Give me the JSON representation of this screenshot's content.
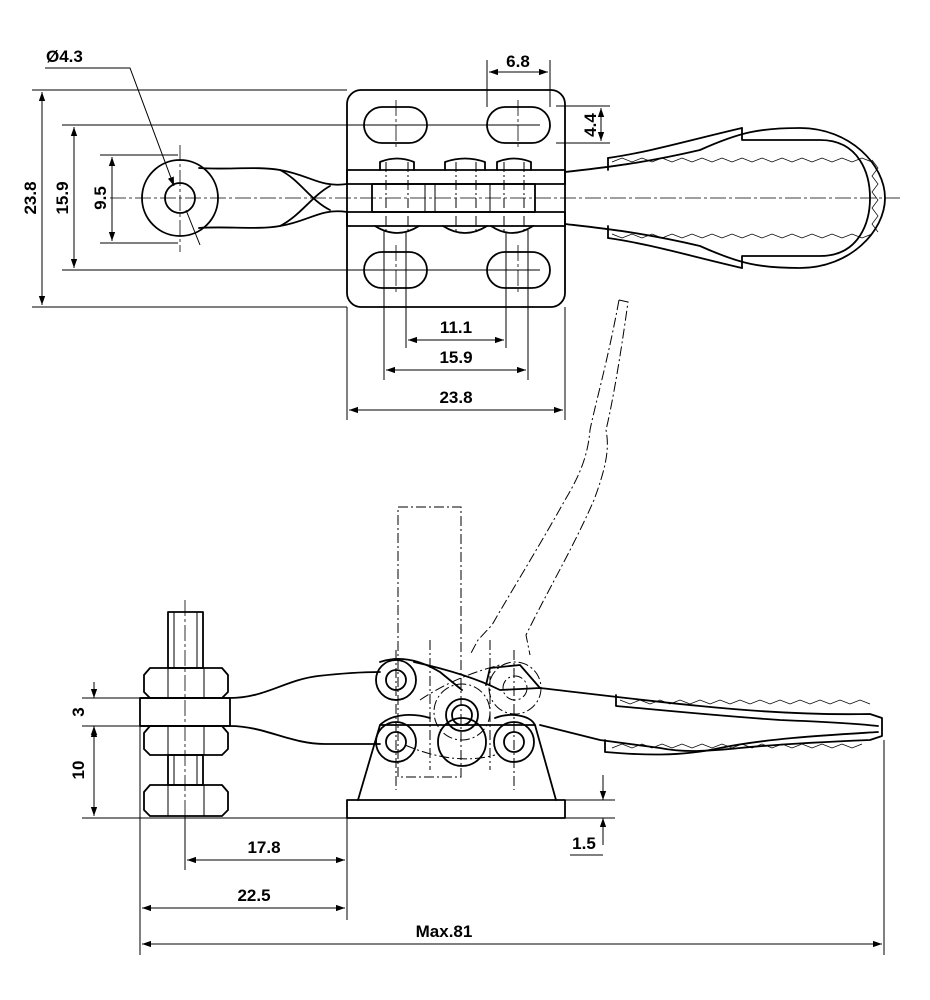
{
  "dimensions": {
    "hole_dia": "Ø4.3",
    "slot_width": "6.8",
    "slot_offset": "4.4",
    "overall_width_left": "23.8",
    "hole_spacing_v": "15.9",
    "arm_width": "9.5",
    "hole_spacing_inner": "11.1",
    "hole_spacing_outer": "15.9",
    "base_width": "23.8",
    "spindle_thickness": "3",
    "spindle_height": "10",
    "base_thickness": "1.5",
    "spindle_to_base": "17.8",
    "arm_to_base": "22.5",
    "overall_length": "Max.81"
  }
}
